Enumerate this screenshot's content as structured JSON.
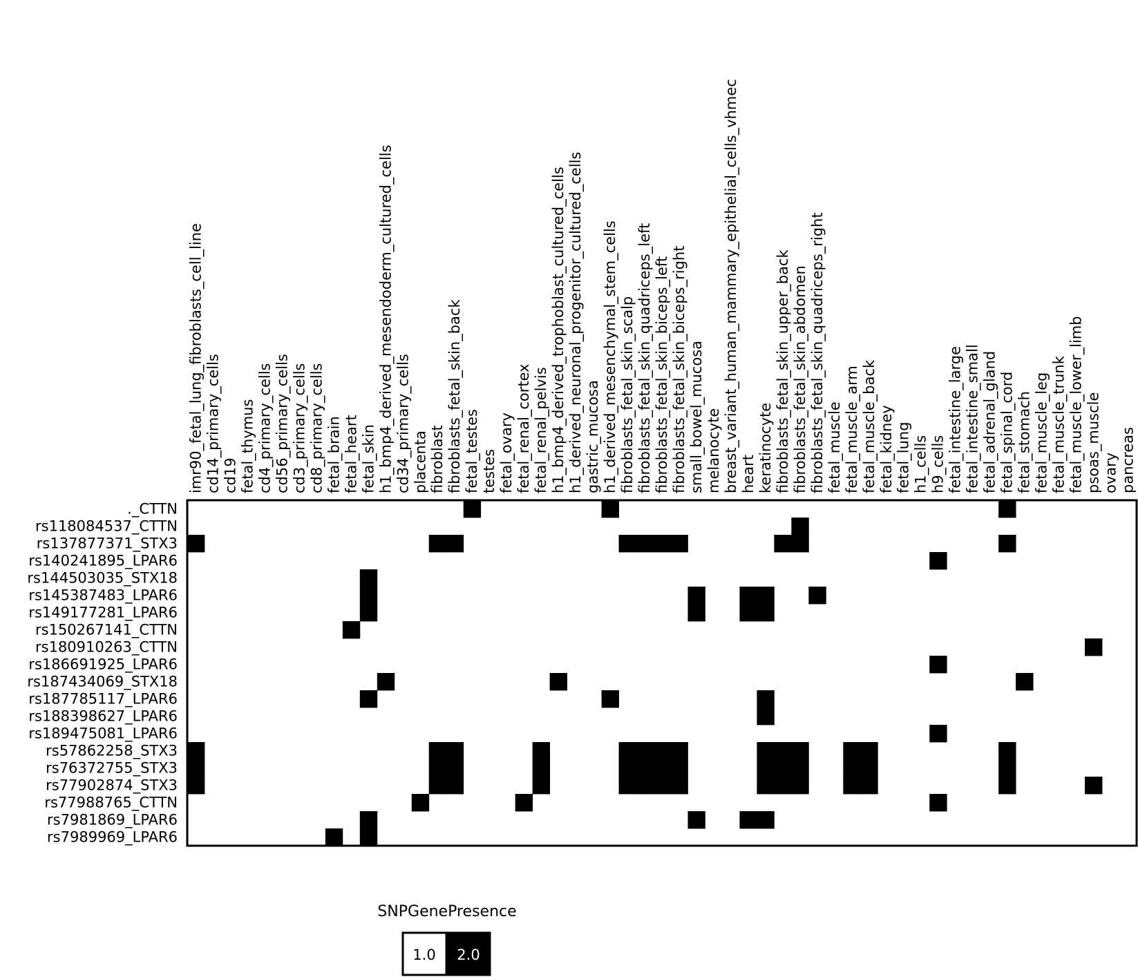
{
  "chart_data": {
    "type": "heatmap",
    "columns": [
      "imr90_fetal_lung_fibroblasts_cell_line",
      "cd14_primary_cells",
      "cd19",
      "fetal_thymus",
      "cd4_primary_cells",
      "cd56_primary_cells",
      "cd3_primary_cells",
      "cd8_primary_cells",
      "fetal_brain",
      "fetal_heart",
      "fetal_skin",
      "h1_bmp4_derived_mesendoderm_cultured_cells",
      "cd34_primary_cells",
      "placenta",
      "fibroblast",
      "fibroblasts_fetal_skin_back",
      "fetal_testes",
      "testes",
      "fetal_ovary",
      "fetal_renal_cortex",
      "fetal_renal_pelvis",
      "h1_bmp4_derived_trophoblast_cultured_cells",
      "h1_derived_neuronal_progenitor_cultured_cells",
      "gastric_mucosa",
      "h1_derived_mesenchymal_stem_cells",
      "fibroblasts_fetal_skin_scalp",
      "fibroblasts_fetal_skin_quadriceps_left",
      "fibroblasts_fetal_skin_biceps_left",
      "fibroblasts_fetal_skin_biceps_right",
      "small_bowel_mucosa",
      "melanocyte",
      "breast_variant_human_mammary_epithelial_cells_vhmec",
      "heart",
      "keratinocyte",
      "fibroblasts_fetal_skin_upper_back",
      "fibroblasts_fetal_skin_abdomen",
      "fibroblasts_fetal_skin_quadriceps_right",
      "fetal_muscle",
      "fetal_muscle_arm",
      "fetal_muscle_back",
      "fetal_kidney",
      "fetal_lung",
      "h1_cells",
      "h9_cells",
      "fetal_intestine_large",
      "fetal_intestine_small",
      "fetal_adrenal_gland",
      "fetal_spinal_cord",
      "fetal_stomach",
      "fetal_muscle_leg",
      "fetal_muscle_trunk",
      "fetal_muscle_lower_limb",
      "psoas_muscle",
      "ovary",
      "pancreas"
    ],
    "rows": [
      "._CTTN",
      "rs118084537_CTTN",
      "rs137877371_STX3",
      "rs140241895_LPAR6",
      "rs144503035_STX18",
      "rs145387483_LPAR6",
      "rs149177281_LPAR6",
      "rs150267141_CTTN",
      "rs180910263_CTTN",
      "rs186691925_LPAR6",
      "rs187434069_STX18",
      "rs187785117_LPAR6",
      "rs188398627_LPAR6",
      "rs189475081_LPAR6",
      "rs57862258_STX3",
      "rs76372755_STX3",
      "rs77902874_STX3",
      "rs77988765_CTTN",
      "rs7981869_LPAR6",
      "rs7989969_LPAR6"
    ],
    "present_value": 2.0,
    "absent_value": 1.0,
    "present_cells": [
      [
        0,
        16
      ],
      [
        0,
        24
      ],
      [
        0,
        47
      ],
      [
        1,
        35
      ],
      [
        2,
        0
      ],
      [
        2,
        14
      ],
      [
        2,
        15
      ],
      [
        2,
        25
      ],
      [
        2,
        26
      ],
      [
        2,
        27
      ],
      [
        2,
        28
      ],
      [
        2,
        34
      ],
      [
        2,
        35
      ],
      [
        2,
        47
      ],
      [
        3,
        43
      ],
      [
        4,
        10
      ],
      [
        5,
        10
      ],
      [
        5,
        29
      ],
      [
        5,
        32
      ],
      [
        5,
        33
      ],
      [
        5,
        36
      ],
      [
        6,
        10
      ],
      [
        6,
        29
      ],
      [
        6,
        32
      ],
      [
        6,
        33
      ],
      [
        7,
        9
      ],
      [
        8,
        52
      ],
      [
        9,
        43
      ],
      [
        10,
        11
      ],
      [
        10,
        21
      ],
      [
        10,
        48
      ],
      [
        11,
        10
      ],
      [
        11,
        24
      ],
      [
        11,
        33
      ],
      [
        12,
        33
      ],
      [
        13,
        43
      ],
      [
        14,
        0
      ],
      [
        14,
        14
      ],
      [
        14,
        15
      ],
      [
        14,
        20
      ],
      [
        14,
        25
      ],
      [
        14,
        26
      ],
      [
        14,
        27
      ],
      [
        14,
        28
      ],
      [
        14,
        33
      ],
      [
        14,
        34
      ],
      [
        14,
        35
      ],
      [
        14,
        38
      ],
      [
        14,
        39
      ],
      [
        14,
        47
      ],
      [
        15,
        0
      ],
      [
        15,
        14
      ],
      [
        15,
        15
      ],
      [
        15,
        20
      ],
      [
        15,
        25
      ],
      [
        15,
        26
      ],
      [
        15,
        27
      ],
      [
        15,
        28
      ],
      [
        15,
        33
      ],
      [
        15,
        34
      ],
      [
        15,
        35
      ],
      [
        15,
        38
      ],
      [
        15,
        39
      ],
      [
        15,
        47
      ],
      [
        16,
        0
      ],
      [
        16,
        14
      ],
      [
        16,
        15
      ],
      [
        16,
        20
      ],
      [
        16,
        25
      ],
      [
        16,
        26
      ],
      [
        16,
        27
      ],
      [
        16,
        28
      ],
      [
        16,
        33
      ],
      [
        16,
        34
      ],
      [
        16,
        35
      ],
      [
        16,
        38
      ],
      [
        16,
        39
      ],
      [
        16,
        47
      ],
      [
        16,
        52
      ],
      [
        17,
        13
      ],
      [
        17,
        19
      ],
      [
        17,
        43
      ],
      [
        18,
        10
      ],
      [
        18,
        29
      ],
      [
        18,
        32
      ],
      [
        18,
        33
      ],
      [
        19,
        8
      ],
      [
        19,
        10
      ]
    ],
    "legend": {
      "title": "SNPGenePresence",
      "entries": [
        {
          "label": "1.0",
          "color": "#ffffff"
        },
        {
          "label": "2.0",
          "color": "#000000"
        }
      ],
      "placement": "bottom"
    },
    "colors": {
      "present": "#000000",
      "absent": "#ffffff"
    }
  }
}
